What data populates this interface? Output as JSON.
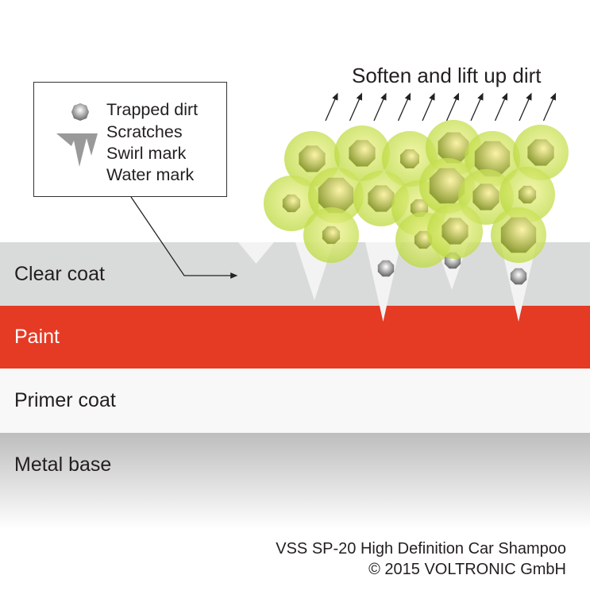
{
  "title": "Soften and lift up dirt",
  "legend": {
    "items": [
      "Trapped dirt",
      "Scratches",
      "Swirl mark",
      "Water mark"
    ]
  },
  "layers": {
    "clear": "Clear coat",
    "paint": "Paint",
    "primer": "Primer coat",
    "metal": "Metal base"
  },
  "footer": {
    "line1": "VSS SP-20 High Definition Car Shampoo",
    "line2": "© 2015 VOLTRONIC GmbH"
  },
  "colors": {
    "clear": "#d9dbdb",
    "paint": "#e53a24",
    "primer": "#f8f8f8",
    "bubble": "#c5de58"
  }
}
